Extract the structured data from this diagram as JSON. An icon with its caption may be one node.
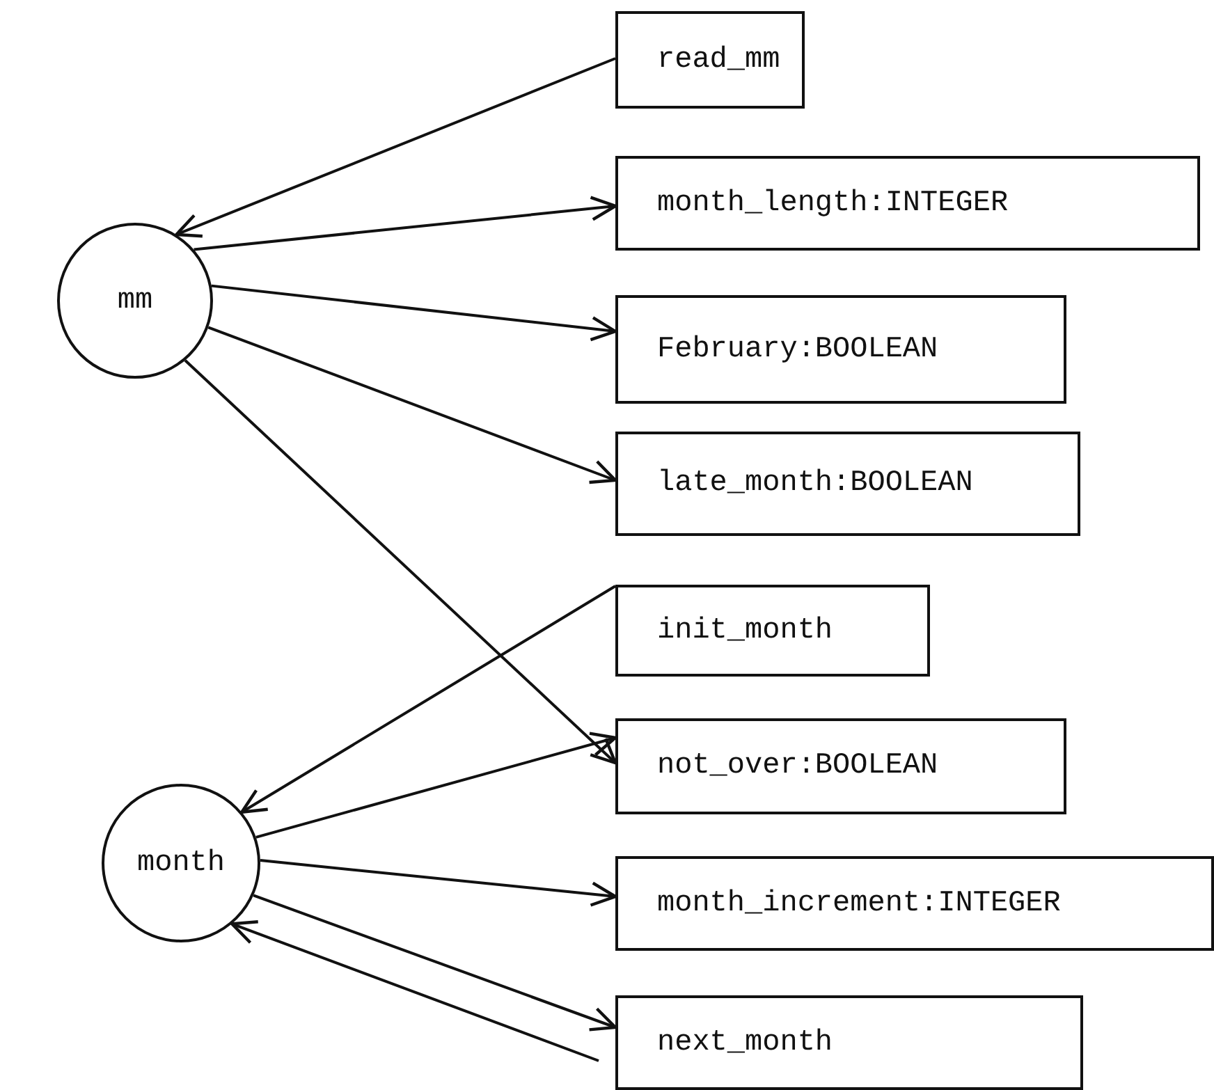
{
  "diagram": {
    "nodes": [
      {
        "text": [
          "mm"
        ]
      },
      {
        "text": [
          "month"
        ]
      },
      {
        "text": [
          "read_mm"
        ]
      },
      {
        "text": [
          "month_length:INTEGER"
        ]
      },
      {
        "text": [
          "February:BOOLEAN"
        ]
      },
      {
        "text": [
          "late_month:BOOLEAN"
        ]
      },
      {
        "text": [
          "init_month"
        ]
      },
      {
        "text": [
          "not_over:BOOLEAN"
        ]
      },
      {
        "text": [
          "month_increment:INTEGER"
        ]
      },
      {
        "text": [
          "next_month"
        ]
      }
    ],
    "edges": [
      {
        "from": 2,
        "to": 0,
        "arrow": "to"
      },
      {
        "from": 0,
        "to": 3,
        "arrow": "to"
      },
      {
        "from": 0,
        "to": 4,
        "arrow": "to"
      },
      {
        "from": 0,
        "to": 5,
        "arrow": "to"
      },
      {
        "from": 0,
        "to": 7,
        "arrow": "to"
      },
      {
        "from": 6,
        "to": 1,
        "arrow": "to"
      },
      {
        "from": 1,
        "to": 7,
        "arrow": "to"
      },
      {
        "from": 1,
        "to": 8,
        "arrow": "to"
      },
      {
        "from": 1,
        "to": 9,
        "arrow": "to"
      },
      {
        "from": 9,
        "to": 1,
        "arrow": "to"
      }
    ]
  }
}
